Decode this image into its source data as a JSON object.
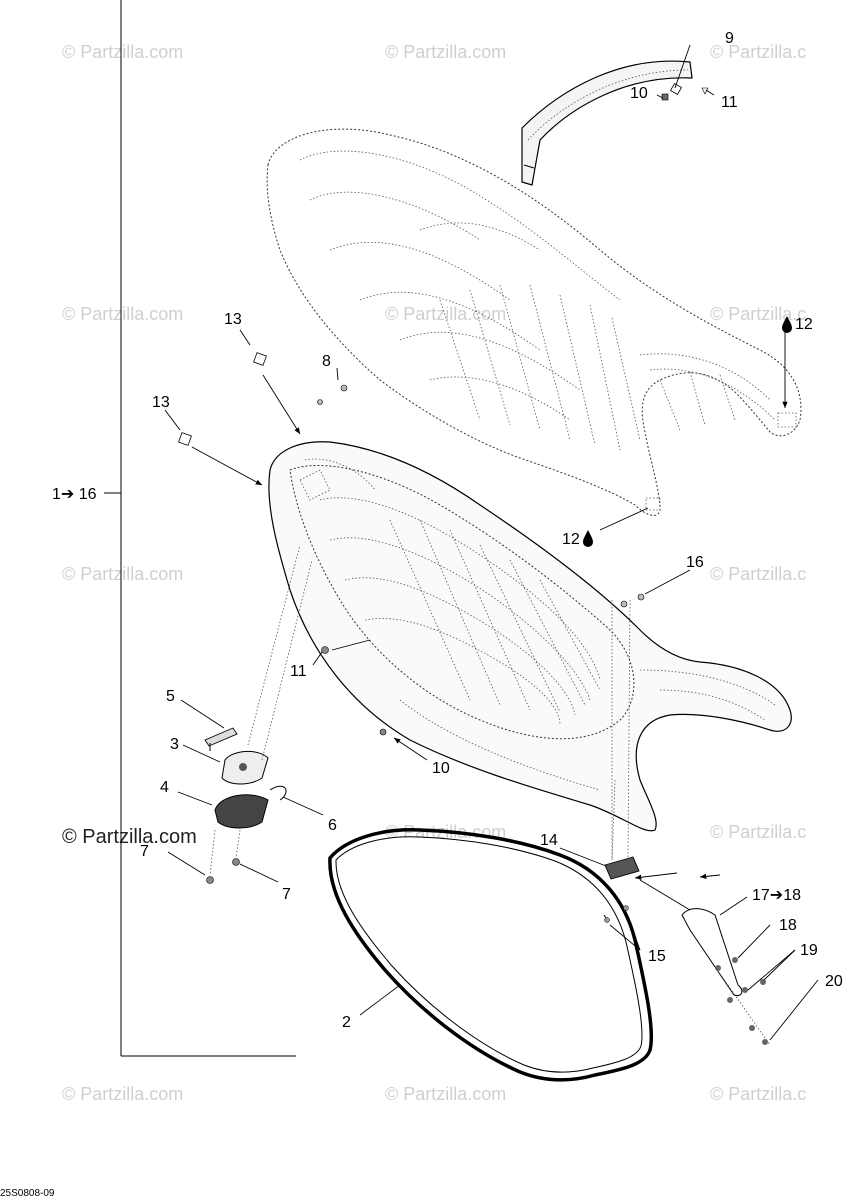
{
  "labels": {
    "l9": "9",
    "l10a": "10",
    "l11a": "11",
    "l12a": "12",
    "l13a": "13",
    "l13b": "13",
    "l8": "8",
    "l1to16": "1➔ 16",
    "l12b": "12",
    "l16": "16",
    "l5": "5",
    "l11b": "11",
    "l3": "3",
    "l4": "4",
    "l10b": "10",
    "l6": "6",
    "l7a": "7",
    "l7b": "7",
    "l14": "14",
    "l17to18": "17➔18",
    "l18": "18",
    "l19": "19",
    "l20": "20",
    "l15": "15",
    "l2": "2"
  },
  "watermark": "© Partzilla.com",
  "watermark_short": "© Partzilla.c",
  "reference_code": "25S0808-09",
  "icons": {
    "drop": "drop-icon"
  }
}
